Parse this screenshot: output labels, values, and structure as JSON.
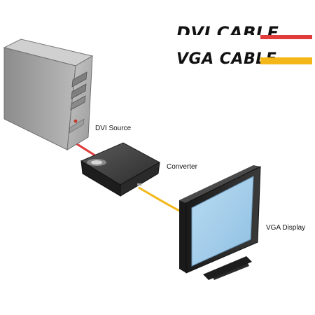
{
  "legend": {
    "dvi_label": "DVI CABLE",
    "vga_label": "VGA CABLE",
    "dvi_color": "#e23b3b",
    "vga_color": "#f3b719"
  },
  "devices": {
    "source_label": "DVI Source",
    "converter_label": "Converter",
    "display_label": "VGA Display"
  }
}
